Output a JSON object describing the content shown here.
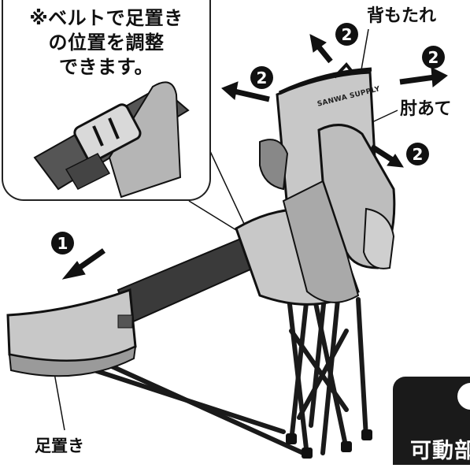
{
  "callout": {
    "text": "※ベルトで足置き\nの位置を調整\nできます。"
  },
  "labels": {
    "backrest": "背もたれ",
    "armrest": "肘あて",
    "footrest": "足置き"
  },
  "badges": {
    "one": "1",
    "two": "2"
  },
  "brand": "SANWA SUPPLY",
  "bottom_box": {
    "text": "可動部"
  },
  "colors": {
    "ink": "#111111",
    "fabric": "#c8c8c8",
    "fabric_dark": "#9a9a9a",
    "frame": "#1a1a1a"
  }
}
